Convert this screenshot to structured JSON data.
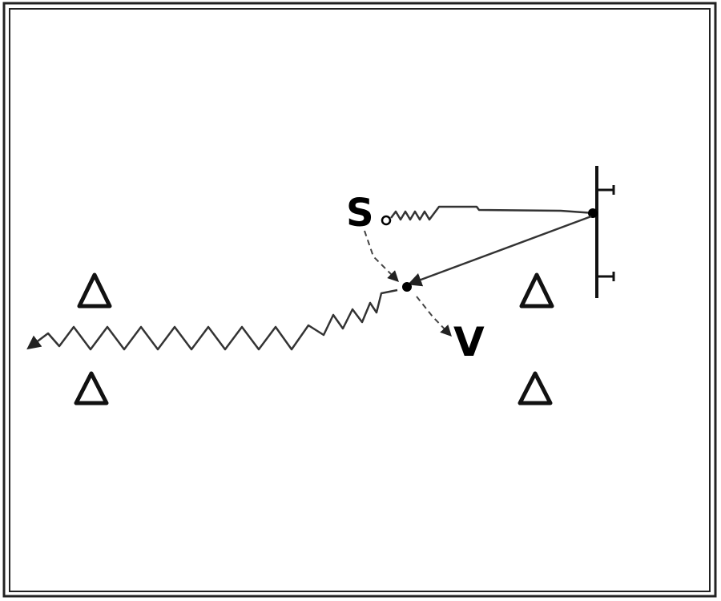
{
  "players": {
    "server": {
      "label": "S"
    },
    "volley": {
      "label": "V"
    }
  },
  "colors": {
    "ink": "#000000",
    "line": "#333333",
    "background": "#ffffff"
  },
  "icons": {
    "cone": "triangle-cone-icon",
    "goal": "goal-frame-icon",
    "ball": "ball-icon"
  },
  "counts": {
    "cones": 4
  }
}
